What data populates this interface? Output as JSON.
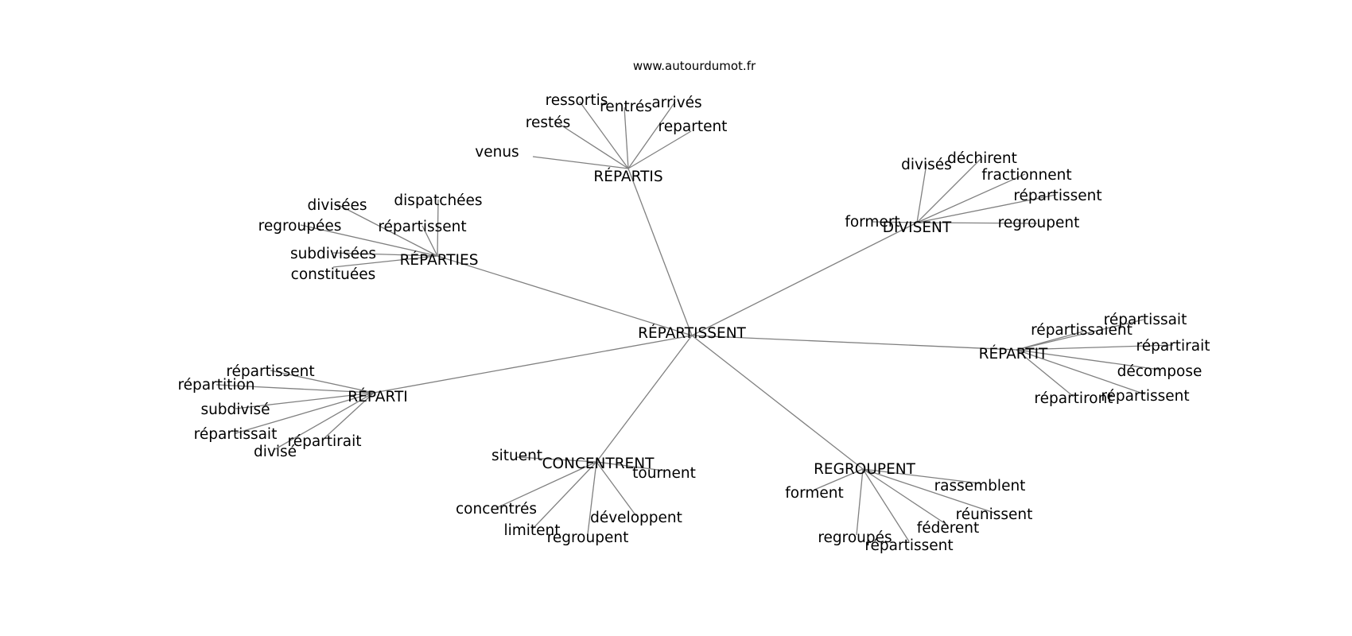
{
  "source": "www.autourdumot.fr",
  "center": "RÉPARTISSENT",
  "clusters": [
    {
      "id": "repartis",
      "label": "RÉPARTIS",
      "words": [
        "venus",
        "restés",
        "ressortis",
        "rentrés",
        "arrivés",
        "repartent"
      ]
    },
    {
      "id": "divisent",
      "label": "DIVISENT",
      "words": [
        "formert",
        "divisés",
        "déchirent",
        "fractionnent",
        "répartissent",
        "regroupent"
      ]
    },
    {
      "id": "reparties",
      "label": "RÉPARTIES",
      "words": [
        "divisées",
        "dispatchées",
        "regroupées",
        "répartissent",
        "subdivisées",
        "constituées"
      ]
    },
    {
      "id": "repartit",
      "label": "RÉPARTIT",
      "words": [
        "répartissaient",
        "répartissait",
        "répartirait",
        "décompose",
        "répartissent",
        "répartiront"
      ]
    },
    {
      "id": "reparti",
      "label": "RÉPARTI",
      "words": [
        "répartissent",
        "répartition",
        "subdivisé",
        "répartissait",
        "divisé",
        "répartirait"
      ]
    },
    {
      "id": "concentrent",
      "label": "CONCENTRENT",
      "words": [
        "situent",
        "tournent",
        "concentrés",
        "limitent",
        "regroupent",
        "développent"
      ]
    },
    {
      "id": "regroupent",
      "label": "REGROUPENT",
      "words": [
        "forment",
        "rassemblent",
        "réunissent",
        "regroupés",
        "répartissent",
        "fédèrent"
      ]
    }
  ]
}
